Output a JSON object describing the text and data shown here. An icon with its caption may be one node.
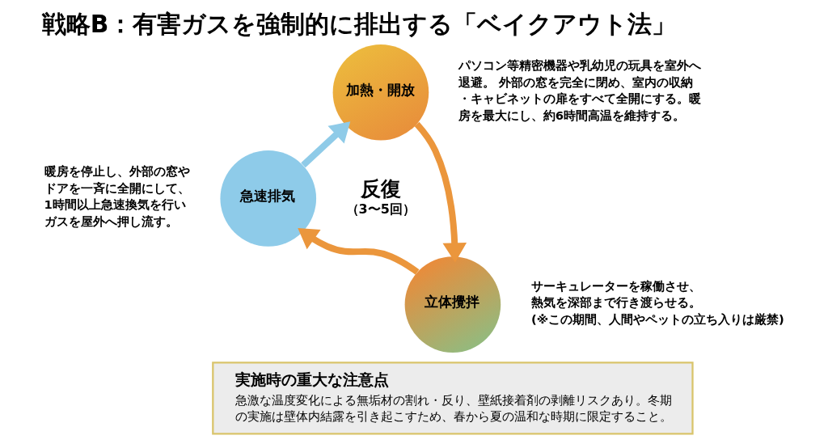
{
  "diagram": {
    "title": "戦略B：有害ガスを強制的に排出する「ベイクアウト法」",
    "nodes": [
      {
        "text": [
          "加熱・開放"
        ],
        "beside": [
          "パソコン等精密機器や乳幼児の玩具を室外へ退避。 外部の窓を完全に閉め、室内の収納・キャビネットの扉をすべて全開にする。暖房を最大にし、約6時間高温を維持する。"
        ]
      },
      {
        "text": [
          "立体攪拌"
        ],
        "beside": [
          "サーキュレーターを稼働させ、熱気を深部まで行き渡らせる。",
          "(※この期間、人間やペットの立ち入りは厳禁)"
        ]
      },
      {
        "text": [
          "急速排気"
        ],
        "beside": [
          "暖房を停止し、外部の窓やドアを一斉に全開にして、1時間以上急速換気を行いガスを屋外へ押し流す。"
        ]
      },
      {
        "text": [
          "実施時の重大な注意点",
          "急激な温度変化による無垢材の割れ・反り、壁紙接着剤の剥離リスクあり。冬期の実施は壁体内結露を引き起こすため、春から夏の温和な時期に限定すること。"
        ]
      }
    ],
    "edges": [
      {
        "from": 0,
        "to": 1,
        "arrow": "to"
      },
      {
        "from": 1,
        "to": 2,
        "arrow": "to"
      },
      {
        "from": 2,
        "to": 0,
        "arrow": "to",
        "color": "#8fcbe8"
      }
    ],
    "labels": [
      "反復",
      "（3〜5回）"
    ]
  }
}
